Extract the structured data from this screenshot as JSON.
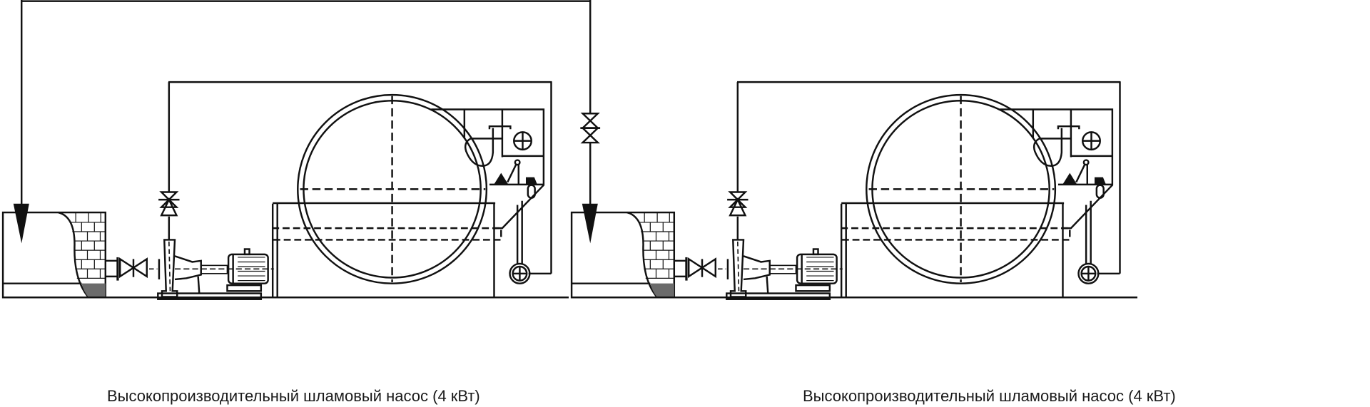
{
  "diagram": {
    "title": "Схема установки шламовых насосов",
    "units": [
      {
        "caption": "Высокопроизводительный шламовый насос (4 кВт)"
      },
      {
        "caption": "Высокопроизводительный шламовый насос (4 кВт)"
      }
    ],
    "colors": {
      "line": "#111111",
      "sediment": "#6b6b6b",
      "background": "#ffffff"
    }
  }
}
